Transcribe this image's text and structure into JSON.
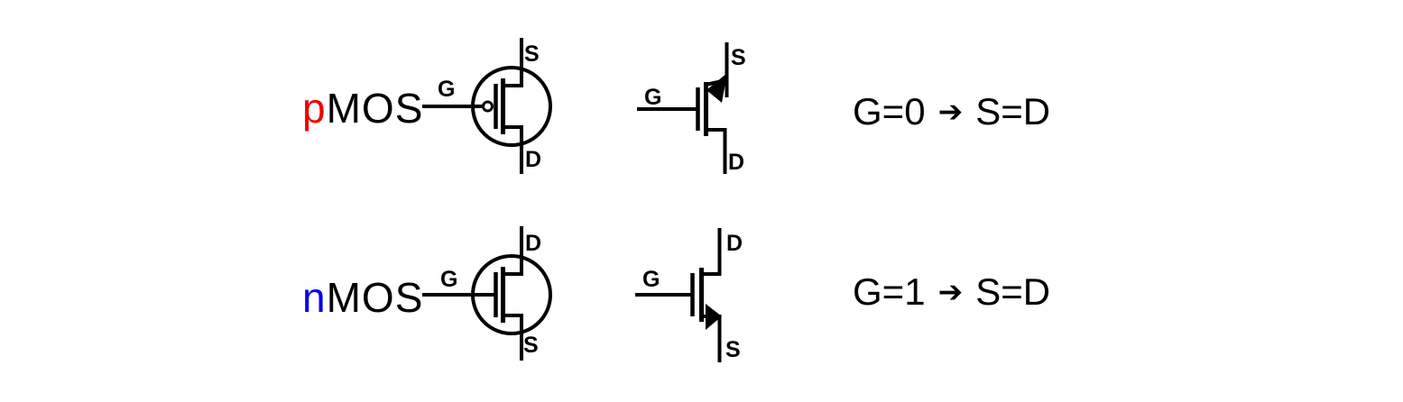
{
  "colors": {
    "background": "#ffffff",
    "ink": "#000000",
    "pmos_prefix": "#ee0000",
    "nmos_prefix": "#0000ee"
  },
  "icons": {
    "pmos_bubble": "inversion-bubble",
    "pmos_arrow": "source-arrow-into-channel",
    "nmos_arrow": "source-arrow-out-of-channel",
    "rule_arrow": "right-arrow"
  },
  "rows": [
    {
      "name": "pMOS",
      "label": {
        "prefix": "p",
        "rest": "MOS"
      },
      "detailed_symbol": {
        "gate": "G",
        "top": "S",
        "bottom": "D"
      },
      "simple_symbol": {
        "gate": "G",
        "top": "S",
        "bottom": "D"
      },
      "rule": {
        "condition": "G=0",
        "arrow_glyph": "➔",
        "result": "S=D"
      }
    },
    {
      "name": "nMOS",
      "label": {
        "prefix": "n",
        "rest": "MOS"
      },
      "detailed_symbol": {
        "gate": "G",
        "top": "D",
        "bottom": "S"
      },
      "simple_symbol": {
        "gate": "G",
        "top": "D",
        "bottom": "S"
      },
      "rule": {
        "condition": "G=1",
        "arrow_glyph": "➔",
        "result": "S=D"
      }
    }
  ]
}
